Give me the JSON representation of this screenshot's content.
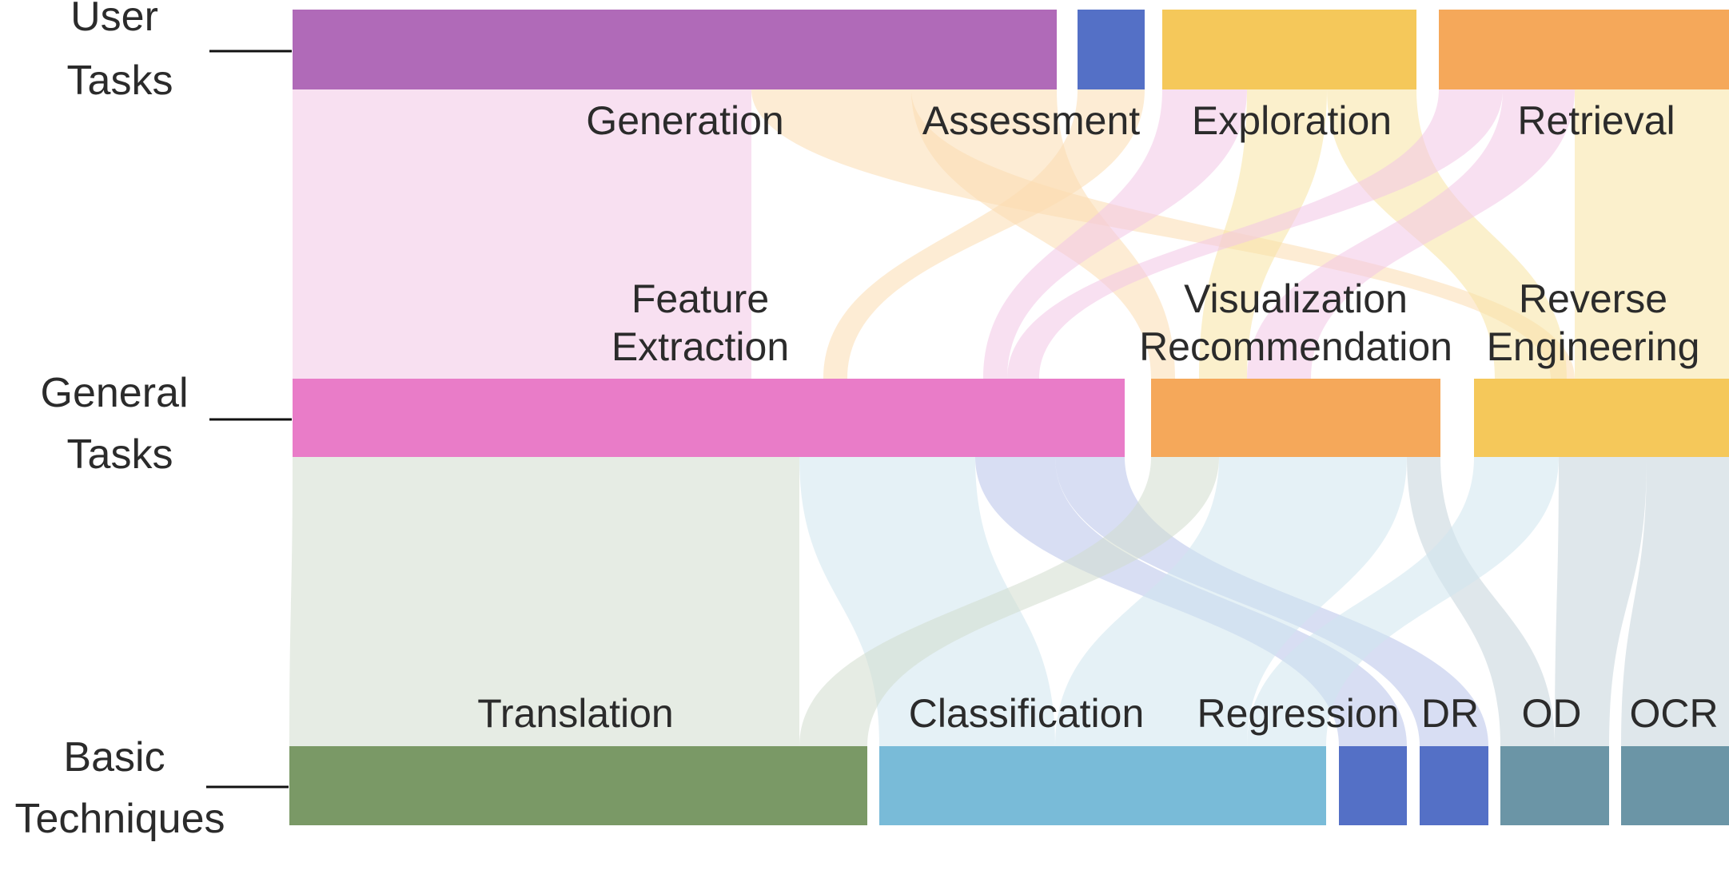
{
  "levels": {
    "user": [
      "User",
      "Tasks"
    ],
    "general": [
      "General",
      "Tasks"
    ],
    "basic": [
      "Basic",
      "Techniques"
    ]
  },
  "nodes": {
    "generation": {
      "label": [
        "Generation"
      ],
      "color": "#b06ab8"
    },
    "assessment": {
      "label": [
        "Assessment"
      ],
      "color": "#5470c6"
    },
    "exploration": {
      "label": [
        "Exploration"
      ],
      "color": "#f5c85a"
    },
    "retrieval": {
      "label": [
        "Retrieval"
      ],
      "color": "#f5a85a"
    },
    "feature_extraction": {
      "label": [
        "Feature",
        "Extraction"
      ],
      "color": "#e97cc8"
    },
    "vis_rec": {
      "label": [
        "Visualization",
        "Recommendation"
      ],
      "color": "#f5a85a"
    },
    "reverse_eng": {
      "label": [
        "Reverse",
        "Engineering"
      ],
      "color": "#f5c85a"
    },
    "translation": {
      "label": [
        "Translation"
      ],
      "color": "#7a9966"
    },
    "classification": {
      "label": [
        "Classification"
      ],
      "color": "#79bbd8"
    },
    "regression": {
      "label": [
        "Regression"
      ],
      "color": "#5470c6"
    },
    "dr": {
      "label": [
        "DR"
      ],
      "color": "#5470c6"
    },
    "od": {
      "label": [
        "OD"
      ],
      "color": "#6b95a6"
    },
    "ocr": {
      "label": [
        "OCR"
      ],
      "color": "#6b95a6"
    }
  },
  "flow_colors": {
    "pink": "#f3c6e6",
    "peach": "#fbdcb0",
    "cream": "#f8e3a3",
    "sage": "#d2dcce",
    "sky": "#cfe5ef",
    "blue": "#b8c3ea",
    "slate": "#c4d3da"
  }
}
